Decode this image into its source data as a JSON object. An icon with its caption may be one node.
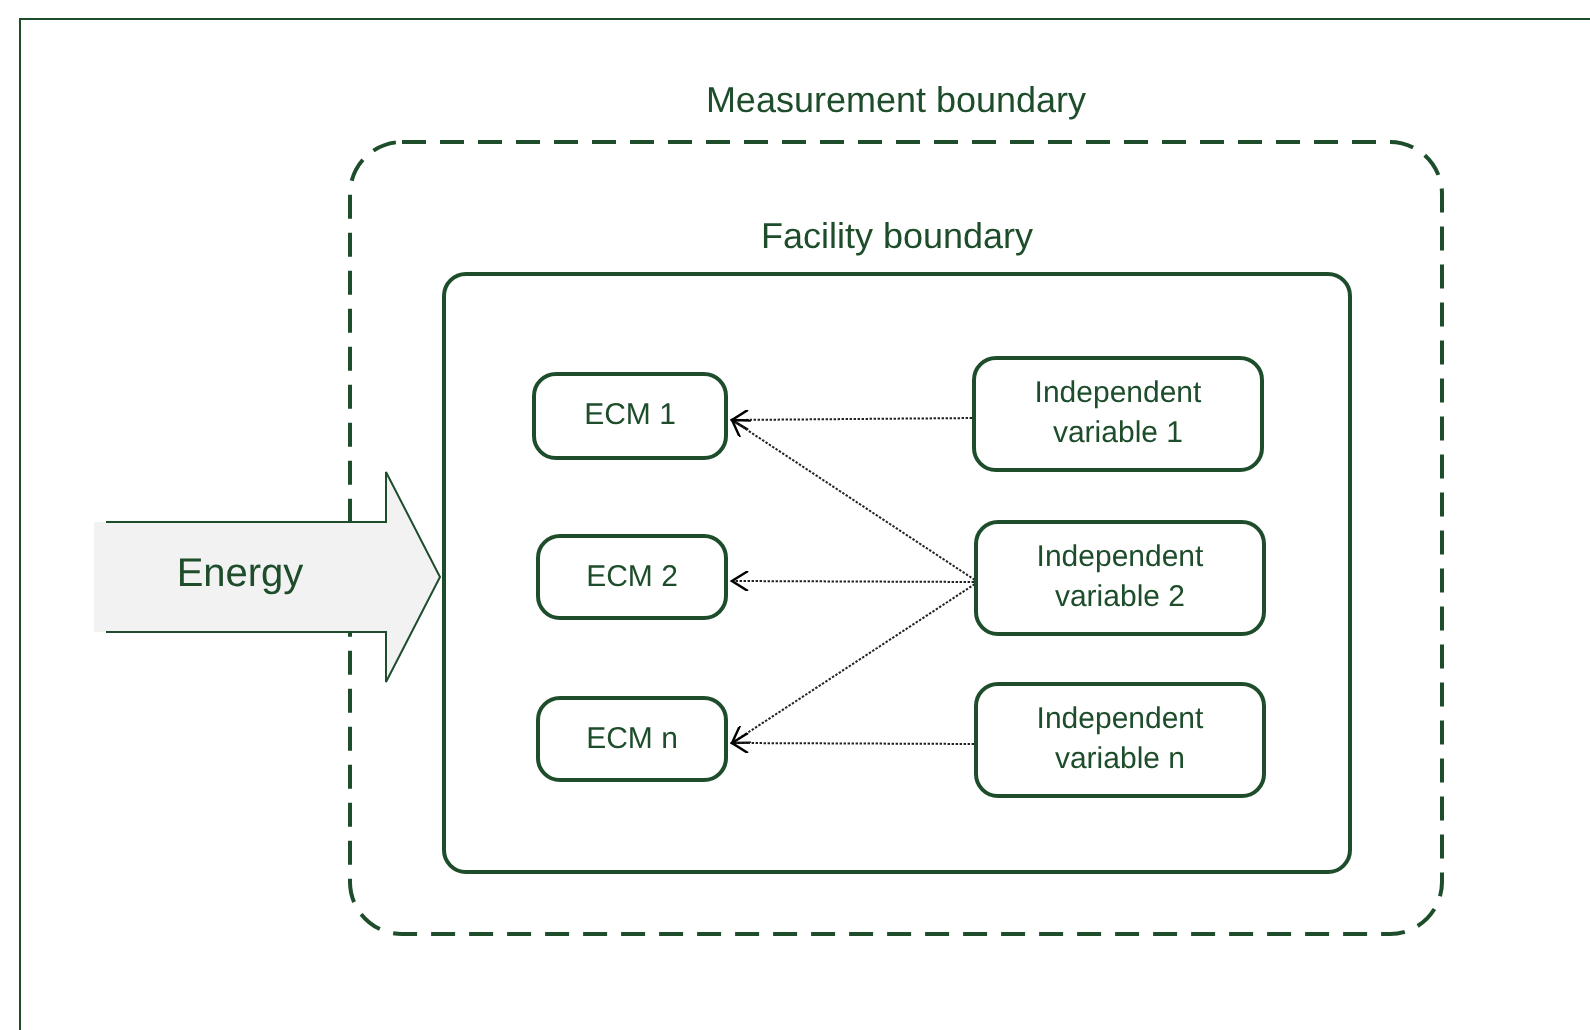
{
  "diagram": {
    "nodes": [
      {
        "text": [
          "Measurement boundary"
        ]
      },
      {
        "text": [
          "Facility boundary"
        ],
        "in": 0
      },
      {
        "text": [
          "ECM 1"
        ],
        "in": 1
      },
      {
        "text": [
          "Independent variable 1"
        ],
        "in": 1
      },
      {
        "text": [
          "ECM 2"
        ],
        "in": 1
      },
      {
        "text": [
          "Independent variable 2"
        ],
        "in": 1
      },
      {
        "text": [
          "ECM n"
        ],
        "in": 1
      },
      {
        "text": [
          "Independent variable n"
        ],
        "in": 1
      },
      {
        "text": [
          "Energy"
        ]
      }
    ],
    "edges": [
      {
        "from": 3,
        "to": 2,
        "arrow": "to"
      },
      {
        "from": 5,
        "to": 2,
        "arrow": "to"
      },
      {
        "from": 5,
        "to": 4,
        "arrow": "to"
      },
      {
        "from": 5,
        "to": 6,
        "arrow": "to"
      },
      {
        "from": 7,
        "to": 6,
        "arrow": "to"
      }
    ]
  }
}
